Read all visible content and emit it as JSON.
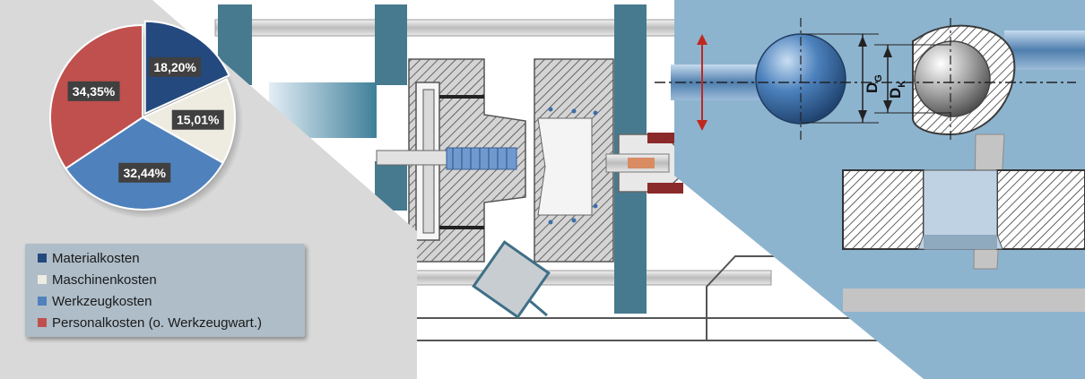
{
  "chart_data": {
    "type": "pie",
    "title": "",
    "slices": [
      {
        "name": "Materialkosten",
        "value": 18.2,
        "label": "18,20%",
        "color": "#23497e"
      },
      {
        "name": "Maschinenkosten",
        "value": 15.01,
        "label": "15,01%",
        "color": "#eeece1"
      },
      {
        "name": "Werkzeugkosten",
        "value": 32.44,
        "label": "32,44%",
        "color": "#4f81bd"
      },
      {
        "name": "Personalkosten (o. Werkzeugwart.)",
        "value": 34.35,
        "label": "34,35%",
        "color": "#c0504d"
      }
    ],
    "legend_position": "bottom"
  },
  "background": {
    "panel_color": "#d9d9d9",
    "right_panel_color": "#8db4cf",
    "machine_color": "#4a7a90",
    "diameter_labels": [
      "D",
      "G",
      "D",
      "K"
    ]
  }
}
